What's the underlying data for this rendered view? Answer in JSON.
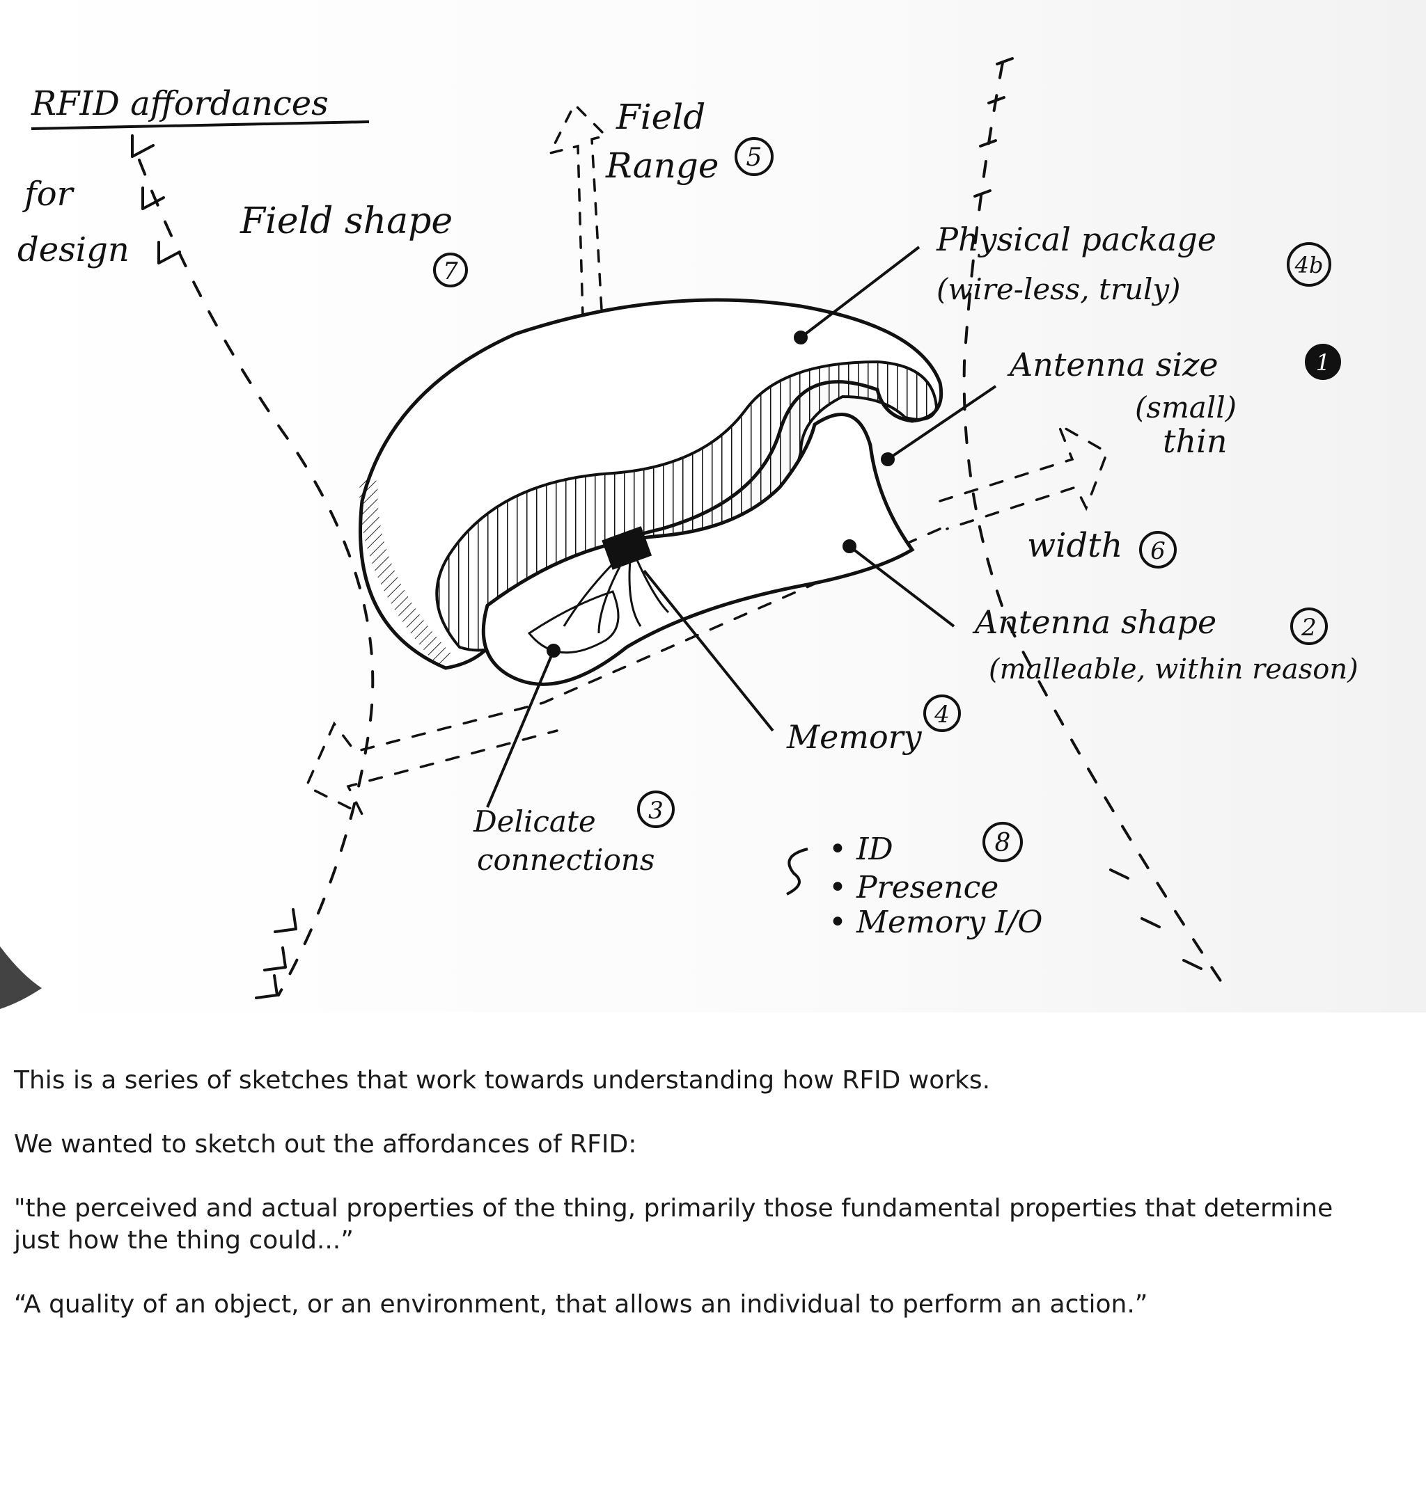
{
  "sketch": {
    "title": "RFID affordances",
    "side_note": [
      "for",
      "design"
    ],
    "labels": {
      "field_shape": "Field shape",
      "field_range": [
        "Field",
        "Range"
      ],
      "physical_package": [
        "Physical package",
        "(wire-less, truly)"
      ],
      "antenna_size": [
        "Antenna size",
        "(small)",
        "thin"
      ],
      "width": "width",
      "antenna_shape": [
        "Antenna shape",
        "(malleable, within reason)"
      ],
      "memory": "Memory",
      "delicate_connections": [
        "Delicate",
        "connections"
      ],
      "functions": [
        "• ID",
        "• Presence",
        "• Memory I/O"
      ]
    },
    "numbers": {
      "n1": "1",
      "n2": "2",
      "n3": "3",
      "n4": "4",
      "n4b": "4b",
      "n5": "5",
      "n6": "6",
      "n7": "7",
      "n8": "8"
    }
  },
  "caption": {
    "p1": "This is a series of sketches that work towards understanding how RFID works.",
    "p2": "We wanted to sketch out the affordances of RFID:",
    "p3": "\"the perceived and actual properties of the thing, primarily those fundamental properties that determine just how the thing could...”",
    "p4": "“A quality of an object, or an environment, that allows an individual to perform an action.”"
  }
}
